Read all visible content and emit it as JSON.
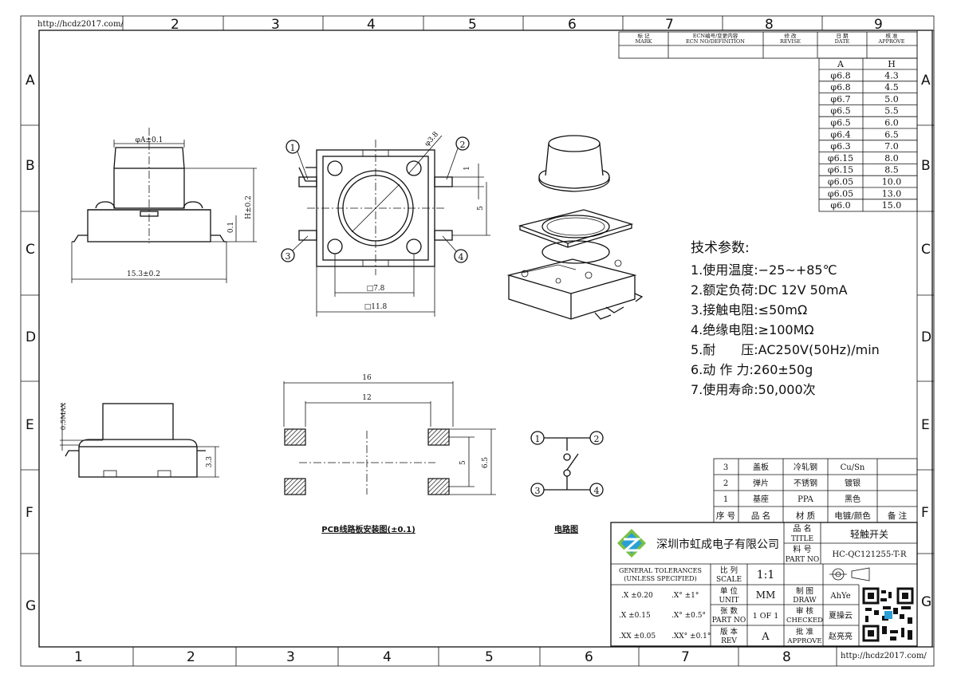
{
  "border": {
    "url_top": "http://hcdz2017.com/",
    "url_bottom": "http://hcdz2017.com/",
    "cols_top": [
      "2",
      "3",
      "4",
      "5",
      "6",
      "7",
      "8",
      "9"
    ],
    "cols_bottom": [
      "1",
      "2",
      "3",
      "4",
      "5",
      "6",
      "7",
      "8"
    ],
    "rows": [
      "A",
      "B",
      "C",
      "D",
      "E",
      "F",
      "G"
    ]
  },
  "revision_table": {
    "headers": [
      {
        "zh": "标 记",
        "en": "MARK"
      },
      {
        "zh": "ECN编号/变更内容",
        "en": "ECN NO/DEFINITION"
      },
      {
        "zh": "修 改",
        "en": "REVISE"
      },
      {
        "zh": "日 期",
        "en": "DATE"
      },
      {
        "zh": "核 准",
        "en": "APPROVE"
      }
    ]
  },
  "size_table": {
    "headers": [
      "A",
      "H"
    ],
    "rows": [
      [
        "φ6.8",
        "4.3"
      ],
      [
        "φ6.8",
        "4.5"
      ],
      [
        "φ6.7",
        "5.0"
      ],
      [
        "φ6.5",
        "5.5"
      ],
      [
        "φ6.5",
        "6.0"
      ],
      [
        "φ6.4",
        "6.5"
      ],
      [
        "φ6.3",
        "7.0"
      ],
      [
        "φ6.15",
        "8.0"
      ],
      [
        "φ6.15",
        "8.5"
      ],
      [
        "φ6.05",
        "10.0"
      ],
      [
        "φ6.05",
        "13.0"
      ],
      [
        "φ6.0",
        "15.0"
      ]
    ]
  },
  "dims": {
    "side_top": "φA±0.1",
    "side_h": "H±0.2",
    "side_01": "0.1",
    "side_width": "15.3±0.2",
    "top_dia": "φ3.8",
    "top_1": "1",
    "top_5": "5",
    "top_inner": "□7.8",
    "top_outer": "□11.8",
    "front_05": "0.5MAX",
    "front_33": "3.3",
    "pcb_16": "16",
    "pcb_12": "12",
    "pcb_5": "5",
    "pcb_65": "6.5"
  },
  "pins": [
    "1",
    "2",
    "3",
    "4"
  ],
  "captions": {
    "pcb": "PCB线路板安装图(±0.1)",
    "circuit": "电路图"
  },
  "specs": {
    "title": "技术参数:",
    "items": [
      "1.使用温度:−25~+85℃",
      "2.额定负荷:DC 12V 50mA",
      "3.接触电阻:≤50mΩ",
      "4.绝缘电阻:≥100MΩ",
      "5.耐　　压:AC250V(50Hz)/min",
      "6.动 作 力:260±50g",
      "7.使用寿命:50,000次"
    ]
  },
  "bom": {
    "rows": [
      [
        "3",
        "盖板",
        "冷轧钢",
        "Cu/Sn",
        ""
      ],
      [
        "2",
        "弹片",
        "不锈钢",
        "镀银",
        ""
      ],
      [
        "1",
        "基座",
        "PPA",
        "黑色",
        ""
      ]
    ],
    "headers": [
      "序 号",
      "品 名",
      "材 质",
      "电镀/颜色",
      "备 注"
    ]
  },
  "title_block": {
    "company": "深圳市虹成电子有限公司",
    "title_label_zh": "品 名",
    "title_label_en": "TITLE",
    "title_value": "轻触开关",
    "part_label_zh": "料 号",
    "part_label_en": "PART NO",
    "part_value": "HC-QC121255-T-R",
    "tol_line1": "GENERAL TOLERANCES",
    "tol_line2": "(UNLESS SPECIFIED)",
    "tol_rows": [
      [
        ".X  ±0.20",
        ".X°  ±1°"
      ],
      [
        ".X   ±0.15",
        ".X°  ±0.5°"
      ],
      [
        ".XX  ±0.05",
        ".XX°  ±0.1°"
      ]
    ],
    "scale_zh": "比 列",
    "scale_en": "SCALE",
    "scale_value": "1:1",
    "unit_zh": "单 位",
    "unit_en": "UNIT",
    "unit_value": "MM",
    "sheet_zh": "张 数",
    "sheet_en": "PART NO",
    "sheet_value": "1 OF 1",
    "rev_zh": "版 本",
    "rev_en": "REV",
    "rev_value": "A",
    "draw_zh": "制 图",
    "draw_en": "DRAW",
    "draw_value": "AhYe",
    "check_zh": "审 核",
    "check_en": "CHECKED",
    "check_value": "夏操云",
    "approve_zh": "批 准",
    "approve_en": "APPROVE",
    "approve_value": "赵亮亮"
  }
}
